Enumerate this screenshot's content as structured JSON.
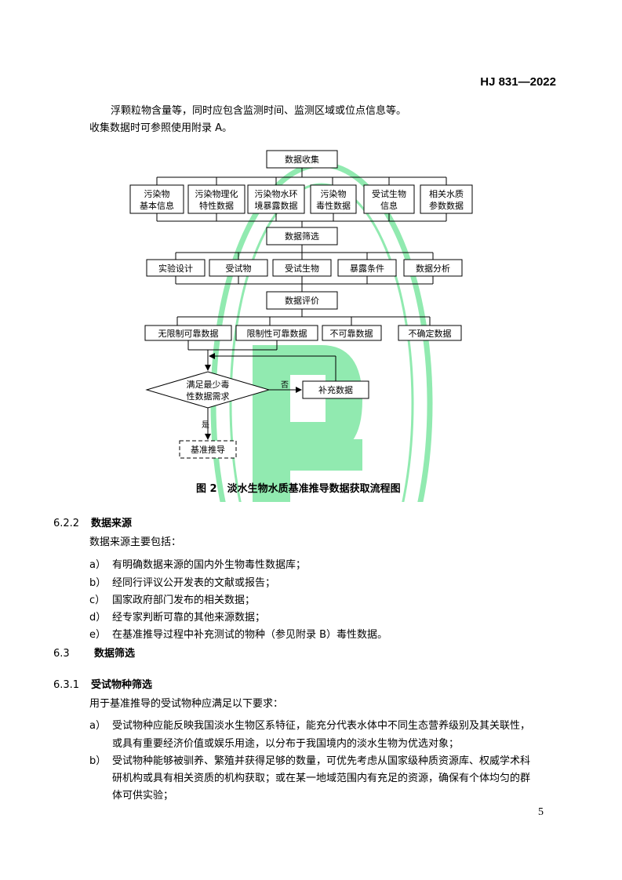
{
  "header": {
    "code": "HJ 831—2022"
  },
  "intro": {
    "line1": "浮颗粒物含量等，同时应包含监测时间、监测区域或位点信息等。",
    "line2": "收集数据时可参照使用附录 A。"
  },
  "flowchart": {
    "collect": "数据收集",
    "collect_items": [
      [
        "污染物",
        "基本信息"
      ],
      [
        "污染物理化",
        "特性数据"
      ],
      [
        "污染物水环",
        "境暴露数据"
      ],
      [
        "污染物",
        "毒性数据"
      ],
      [
        "受试生物",
        "信息"
      ],
      [
        "相关水质",
        "参数数据"
      ]
    ],
    "screen": "数据筛选",
    "screen_items": [
      "实验设计",
      "受试物",
      "受试生物",
      "暴露条件",
      "数据分析"
    ],
    "evaluate": "数据评价",
    "evaluate_items": [
      "无限制可靠数据",
      "限制性可靠数据",
      "不可靠数据",
      "不确定数据"
    ],
    "decision": [
      "满足最少毒",
      "性数据需求"
    ],
    "no_label": "否",
    "supplement": "补充数据",
    "yes_label": "是",
    "derive": "基准推导",
    "caption": "图 2　淡水生物水质基准推导数据获取流程图"
  },
  "colors": {
    "watermark": "#7ee7a3",
    "text": "#000000"
  },
  "sections": {
    "s622": {
      "num": "6.2.2",
      "title": "数据来源"
    },
    "s622_intro": "数据来源主要包括：",
    "s622_items": [
      {
        "label": "a）",
        "text": "有明确数据来源的国内外生物毒性数据库；"
      },
      {
        "label": "b）",
        "text": "经同行评议公开发表的文献或报告；"
      },
      {
        "label": "c）",
        "text": "国家政府部门发布的相关数据；"
      },
      {
        "label": "d）",
        "text": "经专家判断可靠的其他来源数据；"
      },
      {
        "label": "e）",
        "text": "在基准推导过程中补充测试的物种（参见附录 B）毒性数据。"
      }
    ],
    "s63": {
      "num": "6.3",
      "title": "数据筛选"
    },
    "s631": {
      "num": "6.3.1",
      "title": "受试物种筛选"
    },
    "s631_intro": "用于基准推导的受试物种应满足以下要求：",
    "s631_a": {
      "label": "a）",
      "line1": "受试物种应能反映我国淡水生物区系特征，能充分代表水体中不同生态营养级别及其关联性，",
      "line2": "或具有重要经济价值或娱乐用途，以分布于我国境内的淡水生物为优选对象；"
    },
    "s631_b": {
      "label": "b）",
      "line1": "受试物种能够被驯养、繁殖并获得足够的数量，可优先考虑从国家级种质资源库、权威学术科",
      "line2": "研机构或具有相关资质的机构获取；或在某一地域范围内有充足的资源，确保有个体均匀的群",
      "line3": "体可供实验；"
    }
  },
  "page_number": "5"
}
